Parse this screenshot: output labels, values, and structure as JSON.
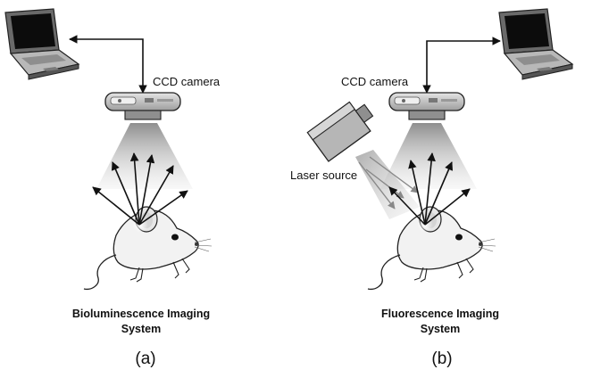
{
  "panels": [
    {
      "id": "a",
      "camera_label": "CCD camera",
      "title_line1": "Bioluminescence Imaging",
      "title_line2": "System",
      "sublabel": "(a)"
    },
    {
      "id": "b",
      "camera_label": "CCD camera",
      "laser_label": "Laser source",
      "title_line1": "Fluorescence Imaging",
      "title_line2": "System",
      "sublabel": "(b)"
    }
  ],
  "colors": {
    "ink": "#111111",
    "device_gray": "#bdbdbd",
    "beam_gray": "#9a9a9a",
    "screen": "#0c0c0c"
  }
}
